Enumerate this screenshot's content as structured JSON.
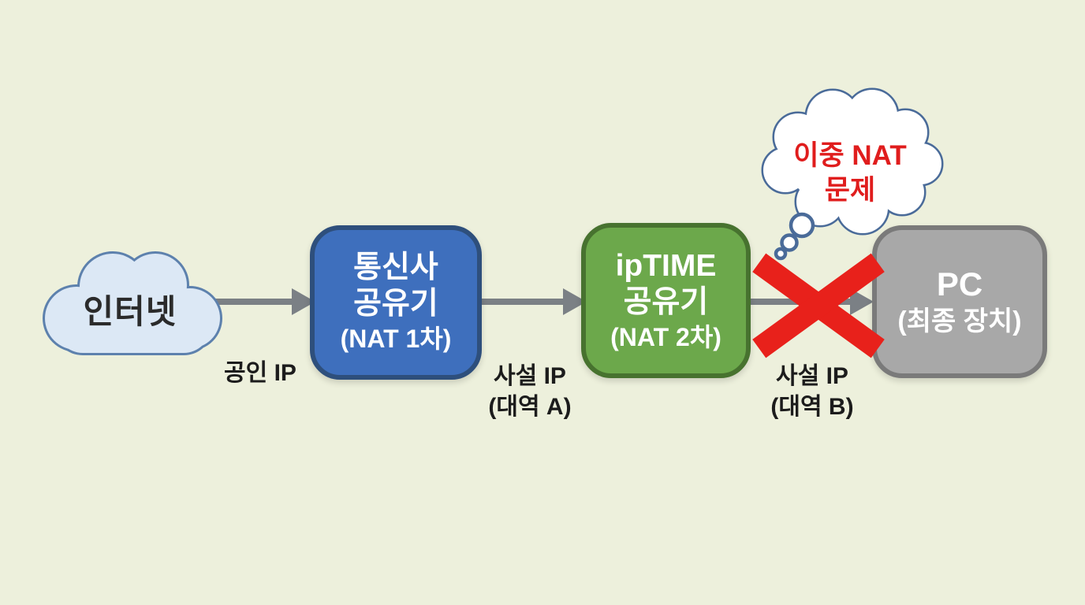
{
  "colors": {
    "background": "#edf0dc",
    "arrow": "#7b8085",
    "block_x": "#e8211b",
    "cloud_fill": "#dce8f5",
    "cloud_border": "#5d81ad",
    "isp_box_fill": "#3e6fbd",
    "isp_box_border": "#2e4f7c",
    "iptime_box_fill": "#6ca84b",
    "iptime_box_border": "#47722f",
    "pc_box_fill": "#a8a8a8",
    "pc_box_border": "#7a7a7a",
    "bubble_border": "#4a6b99",
    "bubble_fill": "#ffffff",
    "bubble_text": "#e01d1d",
    "edge_label_text": "#1c1c1c",
    "box_text": "#ffffff"
  },
  "nodes": {
    "internet": {
      "label": "인터넷"
    },
    "isp_router": {
      "line1": "통신사",
      "line2": "공유기",
      "line3": "(NAT 1차)"
    },
    "iptime_router": {
      "line1": "ipTIME",
      "line2": "공유기",
      "line3": "(NAT 2차)"
    },
    "pc": {
      "line1": "PC",
      "line2": "(최종 장치)"
    }
  },
  "edge_labels": {
    "public_ip": "공인 IP",
    "private_ip_a_line1": "사설 IP",
    "private_ip_a_line2": "(대역 A)",
    "private_ip_b_line1": "사설 IP",
    "private_ip_b_line2": "(대역 B)"
  },
  "thought_bubble": {
    "line1": "이중 NAT",
    "line2": "문제"
  }
}
